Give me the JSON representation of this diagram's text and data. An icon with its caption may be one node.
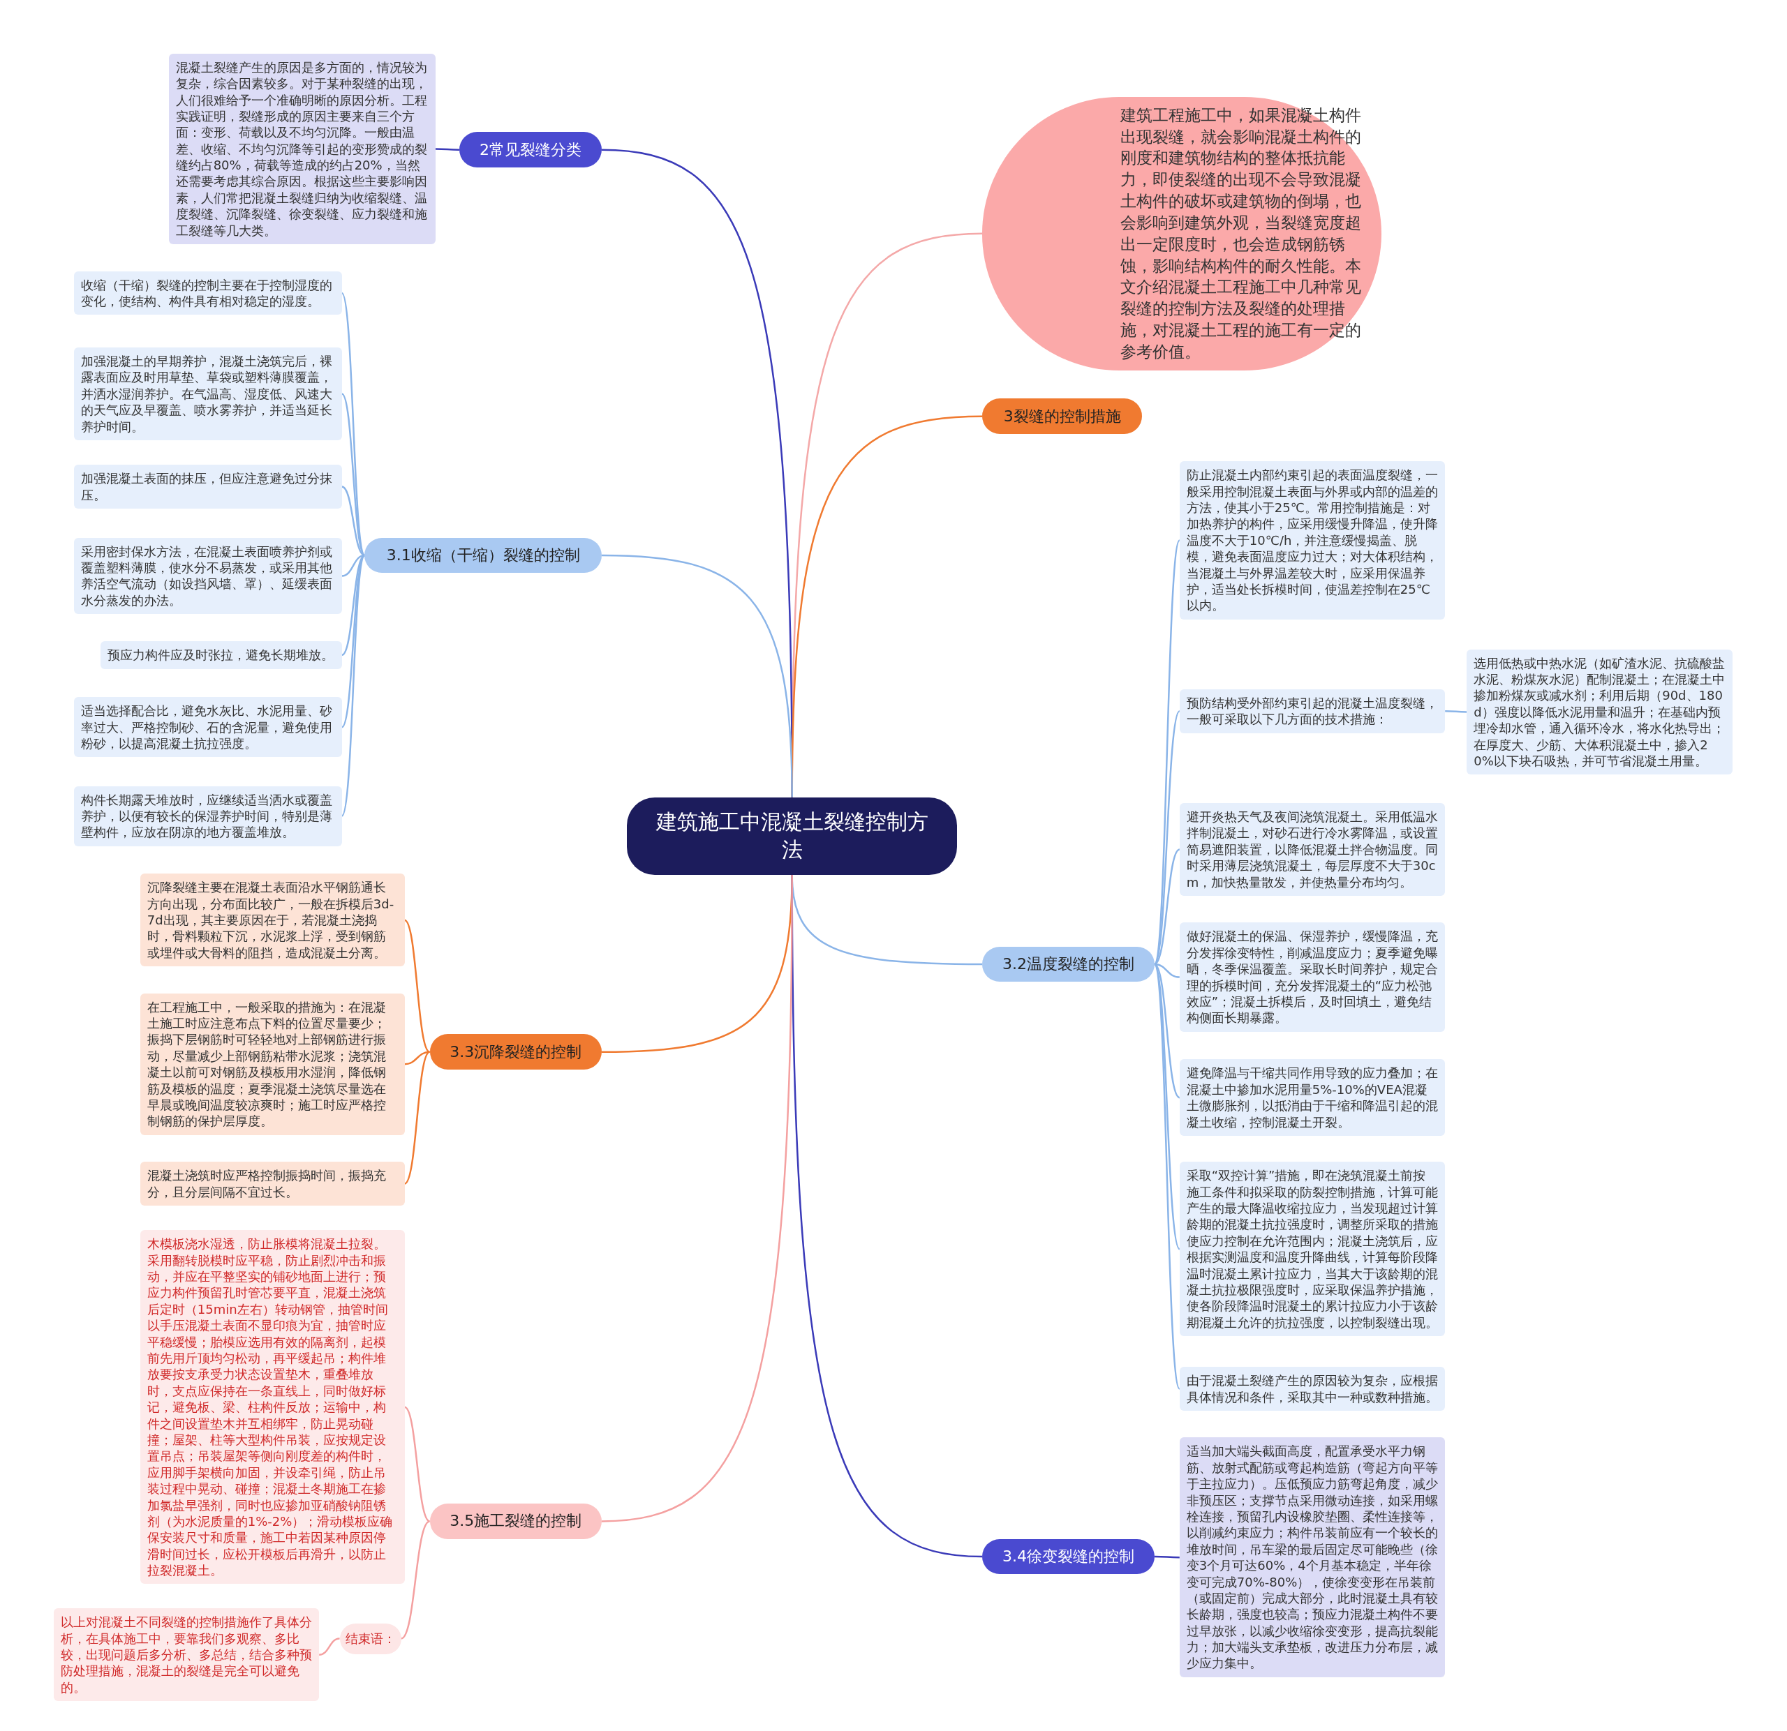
{
  "diagram": {
    "nodes": [
      {
        "text": [
          "建筑施工中混凝土裂缝控制方法"
        ]
      },
      {
        "text": [
          "建筑工程施工中，如果混凝土构件出现裂缝，就会影响混凝土构件的刚度和建筑物结构的整体抵抗能力，即使裂缝的出现不会导致混凝土构件的破坏或建筑物的倒塌，也会影响到建筑外观，当裂缝宽度超出一定限度时，也会造成钢筋锈蚀，影响结构构件的耐久性能。本文介绍混凝土工程施工中几种常见裂缝的控制方法及裂缝的处理措施，对混凝土工程的施工有一定的参考价值。"
        ]
      },
      {
        "text": [
          "2常见裂缝分类"
        ]
      },
      {
        "text": [
          "混凝土裂缝产生的原因是多方面的，情况较为复杂，综合因素较多。对于某种裂缝的出现，人们很难给予一个准确明晰的原因分析。工程实践证明，裂缝形成的原因主要来自三个方面：变形、荷载以及不均匀沉降。一般由温差、收缩、不均匀沉降等引起的变形赞成的裂缝约占80%，荷载等造成的约占20%，当然还需要考虑其综合原因。根据这些主要影响因素，人们常把混凝土裂缝归纳为收缩裂缝、温度裂缝、沉降裂缝、徐变裂缝、应力裂缝和施工裂缝等几大类。"
        ]
      },
      {
        "text": [
          "3裂缝的控制措施"
        ]
      },
      {
        "text": [
          "3.1收缩（干缩）裂缝的控制"
        ]
      },
      {
        "text": [
          "收缩（干缩）裂缝的控制主要在于控制湿度的变化，使结构、构件具有相对稳定的湿度。"
        ]
      },
      {
        "text": [
          "加强混凝土的早期养护，混凝土浇筑完后，裸露表面应及时用草垫、草袋或塑料薄膜覆盖，并洒水湿润养护。在气温高、湿度低、风速大的天气应及早覆盖、喷水雾养护，并适当延长养护时间。"
        ]
      },
      {
        "text": [
          "加强混凝土表面的抹压，但应注意避免过分抹压。"
        ]
      },
      {
        "text": [
          "采用密封保水方法，在混凝土表面喷养护剂或覆盖塑料薄膜，使水分不易蒸发，或采用其他养活空气流动（如设挡风墙、罩）、延缓表面水分蒸发的办法。"
        ]
      },
      {
        "text": [
          "预应力构件应及时张拉，避免长期堆放。"
        ]
      },
      {
        "text": [
          "适当选择配合比，避免水灰比、水泥用量、砂率过大、严格控制砂、石的含泥量，避免使用粉砂，以提高混凝土抗拉强度。"
        ]
      },
      {
        "text": [
          "构件长期露天堆放时，应继续适当洒水或覆盖养护，以便有较长的保湿养护时间，特别是薄壁构件，应放在阴凉的地方覆盖堆放。"
        ]
      },
      {
        "text": [
          "3.2温度裂缝的控制"
        ]
      },
      {
        "text": [
          "防止混凝土内部约束引起的表面温度裂缝，一般采用控制混凝土表面与外界或内部的温差的方法，使其小于25℃。常用控制措施是：对加热养护的构件，应采用缓慢升降温，使升降温度不大于10℃/h，并注意缓慢揭盖、脱模，避免表面温度应力过大；对大体积结构，当混凝土与外界温差较大时，应采用保温养护，适当处长拆模时间，使温差控制在25℃以内。"
        ]
      },
      {
        "text": [
          "预防结构受外部约束引起的混凝土温度裂缝，一般可采取以下几方面的技术措施："
        ]
      },
      {
        "text": [
          "选用低热或中热水泥（如矿渣水泥、抗硫酸盐水泥、粉煤灰水泥）配制混凝土；在混凝土中掺加粉煤灰或减水剂；利用后期（90d、180d）强度以降低水泥用量和温升；在基础内预埋冷却水管，通入循环冷水，将水化热导出；在厚度大、少筋、大体积混凝土中，掺入20%以下块石吸热，并可节省混凝土用量。"
        ]
      },
      {
        "text": [
          "避开炎热天气及夜间浇筑混凝土。采用低温水拌制混凝土，对砂石进行冷水雾降温，或设置简易遮阳装置，以降低混凝土拌合物温度。同时采用薄层浇筑混凝土，每层厚度不大于30cm，加快热量散发，并使热量分布均匀。"
        ]
      },
      {
        "text": [
          "做好混凝土的保温、保湿养护，缓慢降温，充分发挥徐变特性，削减温度应力；夏季避免曝晒，冬季保温覆盖。采取长时间养护，规定合理的拆模时间，充分发挥混凝土的“应力松弛效应”；混凝土拆模后，及时回填土，避免结构侧面长期暴露。"
        ]
      },
      {
        "text": [
          "避免降温与干缩共同作用导致的应力叠加；在混凝土中掺加水泥用量5%-10%的VEA混凝土微膨胀剂，以抵消由于干缩和降温引起的混凝土收缩，控制混凝土开裂。"
        ]
      },
      {
        "text": [
          "采取“双控计算”措施，即在浇筑混凝土前按施工条件和拟采取的防裂控制措施，计算可能产生的最大降温收缩拉应力，当发现超过计算龄期的混凝土抗拉强度时，调整所采取的措施使应力控制在允许范围内；混凝土浇筑后，应根据实测温度和温度升降曲线，计算每阶段降温时混凝土累计拉应力，当其大于该龄期的混凝土抗拉极限强度时，应采取保温养护措施，使各阶段降温时混凝土的累计拉应力小于该龄期混凝土允许的抗拉强度，以控制裂缝出现。"
        ]
      },
      {
        "text": [
          "由于混凝土裂缝产生的原因较为复杂，应根据具体情况和条件，采取其中一种或数种措施。"
        ]
      },
      {
        "text": [
          "3.3沉降裂缝的控制"
        ]
      },
      {
        "text": [
          "沉降裂缝主要在混凝土表面沿水平钢筋通长方向出现，分布面比较广，一般在拆模后3d-7d出现，其主要原因在于，若混凝土浇捣时，骨料颗粒下沉，水泥浆上浮，受到钢筋或埋件或大骨料的阻挡，造成混凝土分离。"
        ]
      },
      {
        "text": [
          "在工程施工中，一般采取的措施为：在混凝土施工时应注意布点下料的位置尽量要少；振捣下层钢筋时可轻轻地对上部钢筋进行振动，尽量减少上部钢筋粘带水泥浆；浇筑混凝土以前可对钢筋及模板用水湿润，降低钢筋及模板的温度；夏季混凝土浇筑尽量选在早晨或晚间温度较凉爽时；施工时应严格控制钢筋的保护层厚度。"
        ]
      },
      {
        "text": [
          "混凝土浇筑时应严格控制振捣时间，振捣充分，且分层间隔不宜过长。"
        ]
      },
      {
        "text": [
          "3.4徐变裂缝的控制"
        ]
      },
      {
        "text": [
          "适当加大端头截面高度，配置承受水平力钢筋、放射式配筋或弯起构造筋（弯起方向平等于主拉应力）。压低预应力筋弯起角度，减少非预压区；支撑节点采用微动连接，如采用螺栓连接，预留孔内设橡胶垫圈、柔性连接等，以削减约束应力；构件吊装前应有一个较长的堆放时间，吊车梁的最后固定尽可能晚些（徐变3个月可达60%，4个月基本稳定，半年徐变可完成70%-80%），使徐变变形在吊装前（或固定前）完成大部分，此时混凝土具有较长龄期，强度也较高；预应力混凝土构件不要过早放张，以减少收缩徐变变形，提高抗裂能力；加大端头支承垫板，改进压力分布层，减少应力集中。"
        ]
      },
      {
        "text": [
          "3.5施工裂缝的控制"
        ]
      },
      {
        "text": [
          "木模板浇水湿透，防止胀模将混凝土拉裂。采用翻转脱模时应平稳，防止剧烈冲击和振动，并应在平整坚实的铺砂地面上进行；预应力构件预留孔时管芯要平直，混凝土浇筑后定时（15min左右）转动钢管，抽管时间以手压混凝土表面不显印痕为宜，抽管时应平稳缓慢；胎模应选用有效的隔离剂，起模前先用斤顶均匀松动，再平缓起吊；构件堆放要按支承受力状态设置垫木，重叠堆放时，支点应保持在一条直线上，同时做好标记，避免板、梁、柱构件反放；运输中，构件之间设置垫木并互相绑牢，防止晃动碰撞；屋架、柱等大型构件吊装，应按规定设置吊点；吊装屋架等侧向刚度差的构件时，应用脚手架横向加固，并设牵引绳，防止吊装过程中晃动、碰撞；混凝土冬期施工在掺加氯盐早强剂，同时也应掺加亚硝酸钠阻锈剂（为水泥质量的1%-2%）；滑动模板应确保安装尺寸和质量，施工中若因某种原因停滑时间过长，应松开模板后再滑升，以防止拉裂混凝土。"
        ]
      },
      {
        "text": [
          "结束语："
        ]
      },
      {
        "text": [
          "以上对混凝土不同裂缝的控制措施作了具体分析，在具体施工中，要靠我们多观察、多比较，出现问题后多分析、多总结，结合多种预防处理措施，混凝土的裂缝是完全可以避免的。"
        ]
      }
    ],
    "edges": [
      {
        "from": 0,
        "to": 1,
        "arrow": "none",
        "color": "#f4a8a8"
      },
      {
        "from": 0,
        "to": 2,
        "arrow": "none",
        "color": "#3a3ab8"
      },
      {
        "from": 2,
        "to": 3,
        "arrow": "none",
        "color": "#3a3ab8"
      },
      {
        "from": 0,
        "to": 4,
        "arrow": "none",
        "color": "#f07a30"
      },
      {
        "from": 0,
        "to": 5,
        "arrow": "none"
      },
      {
        "from": 5,
        "to": 6,
        "arrow": "none"
      },
      {
        "from": 5,
        "to": 7,
        "arrow": "none"
      },
      {
        "from": 5,
        "to": 8,
        "arrow": "none"
      },
      {
        "from": 5,
        "to": 9,
        "arrow": "none"
      },
      {
        "from": 5,
        "to": 10,
        "arrow": "none"
      },
      {
        "from": 5,
        "to": 11,
        "arrow": "none"
      },
      {
        "from": 5,
        "to": 12,
        "arrow": "none"
      },
      {
        "from": 0,
        "to": 13,
        "arrow": "none"
      },
      {
        "from": 13,
        "to": 14,
        "arrow": "none"
      },
      {
        "from": 13,
        "to": 15,
        "arrow": "none"
      },
      {
        "from": 15,
        "to": 16,
        "arrow": "none"
      },
      {
        "from": 13,
        "to": 17,
        "arrow": "none"
      },
      {
        "from": 13,
        "to": 18,
        "arrow": "none"
      },
      {
        "from": 13,
        "to": 19,
        "arrow": "none"
      },
      {
        "from": 13,
        "to": 20,
        "arrow": "none"
      },
      {
        "from": 13,
        "to": 21,
        "arrow": "none"
      },
      {
        "from": 0,
        "to": 22,
        "arrow": "none",
        "color": "#f07a30"
      },
      {
        "from": 22,
        "to": 23,
        "arrow": "none",
        "color": "#f07a30"
      },
      {
        "from": 22,
        "to": 24,
        "arrow": "none",
        "color": "#f07a30"
      },
      {
        "from": 22,
        "to": 25,
        "arrow": "none",
        "color": "#f07a30"
      },
      {
        "from": 0,
        "to": 26,
        "arrow": "none",
        "color": "#3a3ab8"
      },
      {
        "from": 26,
        "to": 27,
        "arrow": "none",
        "color": "#3a3ab8"
      },
      {
        "from": 0,
        "to": 28,
        "arrow": "none",
        "color": "#f4a0a0"
      },
      {
        "from": 28,
        "to": 29,
        "arrow": "none",
        "color": "#f4a0a0"
      },
      {
        "from": 28,
        "to": 30,
        "arrow": "none",
        "color": "#f4a0a0"
      },
      {
        "from": 30,
        "to": 31,
        "arrow": "none",
        "color": "#f4a0a0"
      }
    ]
  }
}
